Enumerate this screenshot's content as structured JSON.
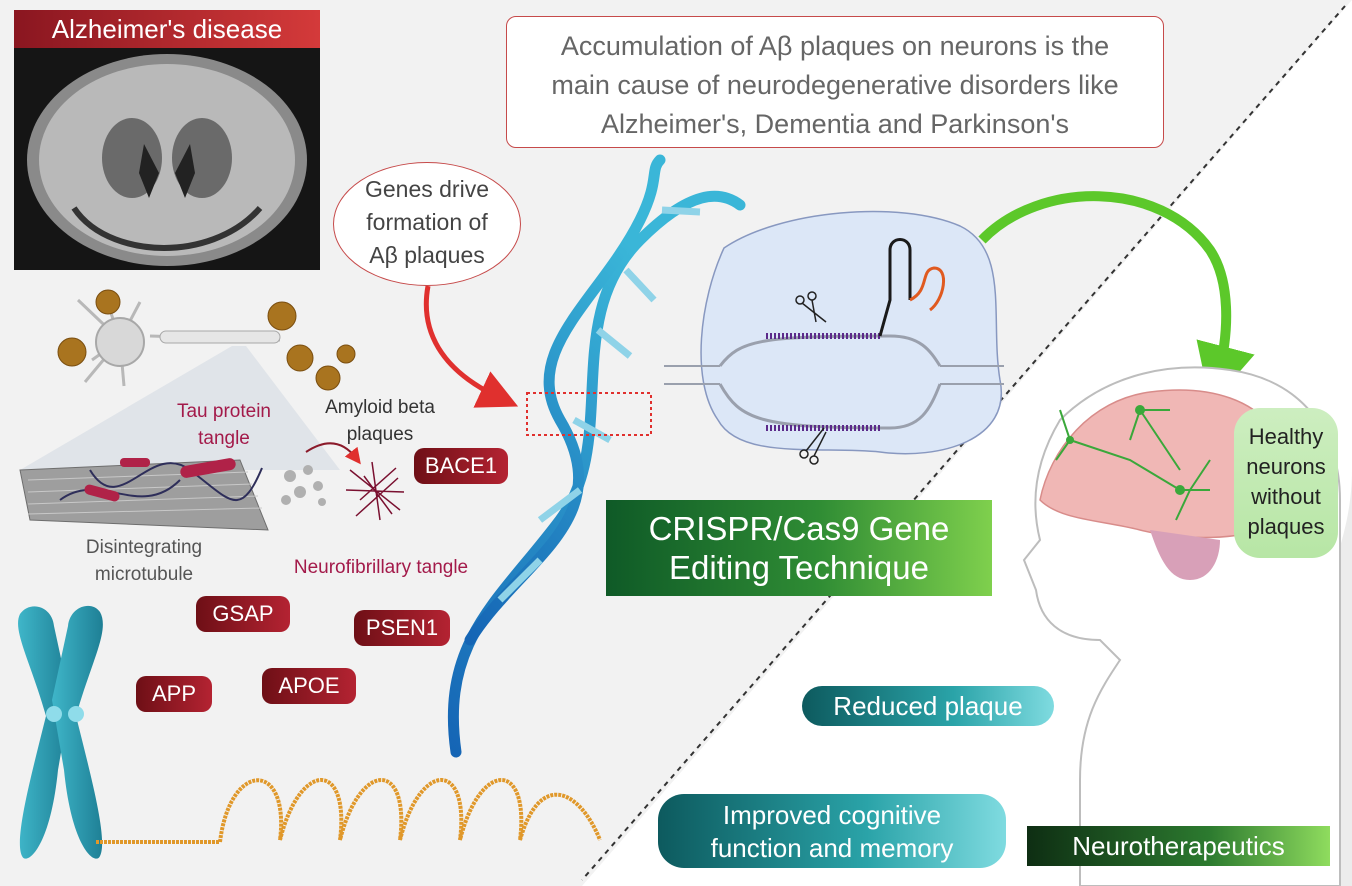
{
  "title": "Alzheimer's disease",
  "callout": {
    "line1": "Accumulation of Aβ plaques on neurons is the",
    "line2": "main cause of neurodegenerative disorders like",
    "line3": "Alzheimer's, Dementia and Parkinson's"
  },
  "genes_bubble": {
    "line1": "Genes drive",
    "line2": "formation of",
    "line3": "Aβ plaques"
  },
  "labels": {
    "tau_protein_tangle": "Tau protein tangle",
    "amyloid_beta_plaques": "Amyloid beta plaques",
    "disintegrating_microtubule": "Disintegrating microtubule",
    "neurofibrillary_tangle": "Neurofibrillary tangle"
  },
  "genes": [
    "BACE1",
    "GSAP",
    "PSEN1",
    "APP",
    "APOE"
  ],
  "crispr": {
    "line1": "CRISPR/Cas9 Gene",
    "line2": "Editing Technique"
  },
  "outcomes": {
    "healthy": {
      "line1": "Healthy",
      "line2": "neurons",
      "line3": "without",
      "line4": "plaques"
    },
    "reduced_plaque": "Reduced plaque",
    "cognitive": {
      "line1": "Improved cognitive",
      "line2": "function and memory"
    },
    "neurotherapeutics": "Neurotherapeutics"
  },
  "colors": {
    "accent_red": "#b42332",
    "crispr_green": "#2f8c34",
    "arrow_green": "#5cc82a",
    "teal": "#1f8f96",
    "dna_blue": "#1e90c8"
  }
}
